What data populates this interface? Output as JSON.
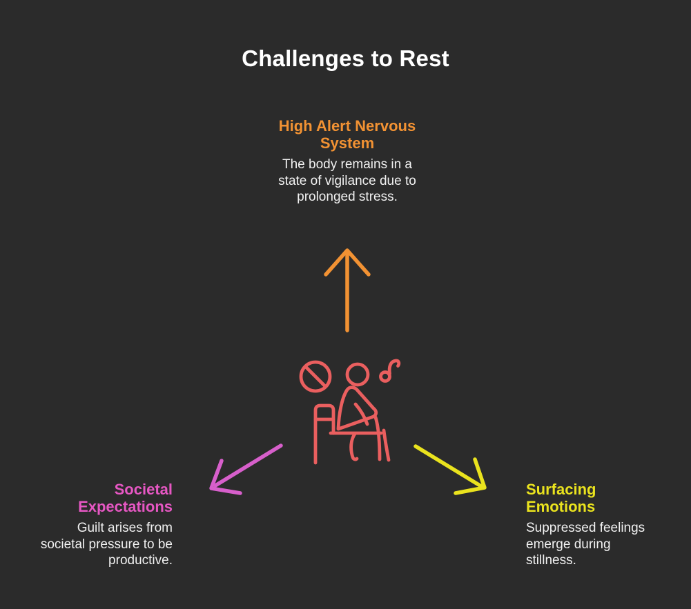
{
  "title": "Challenges to Rest",
  "colors": {
    "background": "#2b2b2b",
    "title_text": "#ffffff",
    "body_text": "#f1f1f1",
    "orange": "#f29233",
    "pink_heading": "#e657c3",
    "pink_arrow": "#d75fcb",
    "yellow": "#eae31e",
    "icon_coral": "#ea5f5f"
  },
  "nodes": {
    "top": {
      "heading": "High Alert Nervous System",
      "description": "The body remains in a state of vigilance due to prolonged stress."
    },
    "left": {
      "heading": "Societal Expectations",
      "description": "Guilt arises from societal pressure to be productive."
    },
    "right": {
      "heading": "Surfacing Emotions",
      "description": "Suppressed feelings emerge during stillness."
    }
  },
  "icons": {
    "center": "person-resting-no-music-icon",
    "center_parts": [
      "prohibition-sign",
      "person-sitting",
      "music-note"
    ],
    "arrow_up": "arrow-up-icon",
    "arrow_down_left": "arrow-down-left-icon",
    "arrow_down_right": "arrow-down-right-icon"
  }
}
